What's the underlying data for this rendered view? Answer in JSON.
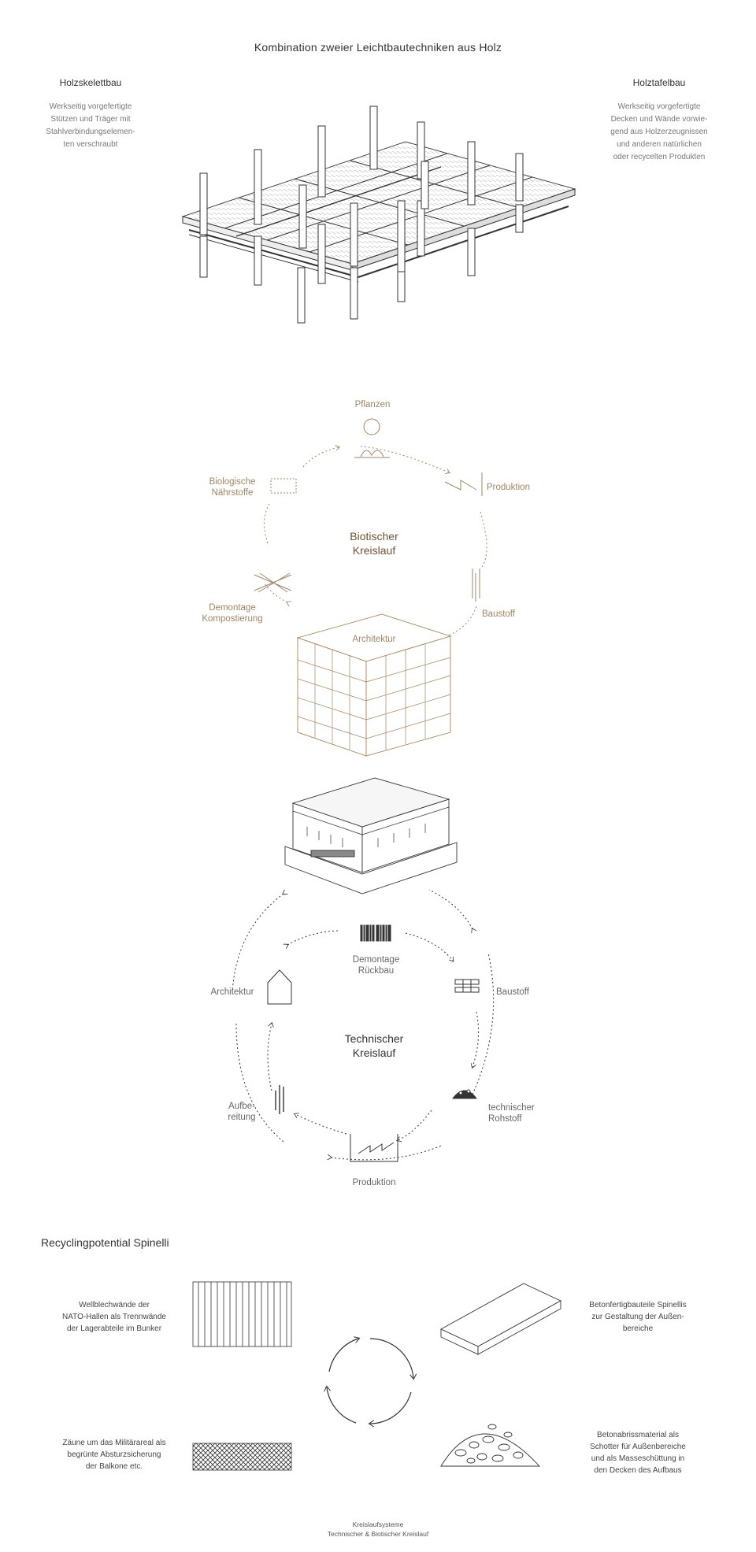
{
  "header": {
    "title": "Kombination zweier Leichtbautechniken aus Holz",
    "left_heading": "Holzskelettbau",
    "left_desc": [
      "Werkseitig vorgefertigte",
      "Stützen und Träger mit",
      "Stahlverbindungselemen-",
      "ten verschraubt"
    ],
    "right_heading": "Holztafelbau",
    "right_desc": [
      "Werkseitig vorgefertigte",
      "Decken und Wände vorwie-",
      "gend aus Holzerzeugnissen",
      "und anderen natürlichen",
      "oder recycelten Produkten"
    ]
  },
  "biotic": {
    "title": [
      "Biotischer",
      "Kreislauf"
    ],
    "pflanzen": "Pflanzen",
    "produktion": "Produktion",
    "baustoff": "Baustoff",
    "architektur": "Architektur",
    "demontage": [
      "Demontage",
      "Kompostierung"
    ],
    "biologische": [
      "Biologische",
      "Nährstoffe"
    ]
  },
  "technical": {
    "title": [
      "Technischer",
      "Kreislauf"
    ],
    "demontage": [
      "Demontage",
      "Rückbau"
    ],
    "baustoff": "Baustoff",
    "technischer": [
      "technischer",
      "Rohstoff"
    ],
    "produktion": "Produktion",
    "aufbereitung": [
      "Aufbe-",
      "reitung"
    ],
    "architektur": "Architektur"
  },
  "recycling": {
    "heading": "Recyclingpotential Spinelli",
    "item1": [
      "Wellblechwände der",
      "NATO-Hallen als Trennwände",
      "der Lagerabteile im Bunker"
    ],
    "item2": [
      "Betonfertigbauteile Spinellis",
      "zur Gestaltung der Außen-",
      "bereiche"
    ],
    "item3": [
      "Zäune um das Militärareal als",
      "begrünte Absturzsicherung",
      "der Balkone etc."
    ],
    "item4": [
      "Betonabrissmaterial als",
      "Schotter für Außenbereiche",
      "und als Masseschüttung in",
      "den Decken des Aufbaus"
    ]
  },
  "footer": {
    "line1": "Kreislaufsysteme",
    "line2": "Technischer & Biotischer Kreislauf"
  },
  "colors": {
    "gold": "#a08662",
    "gold_dark": "#6e5232",
    "line": "#333333"
  }
}
